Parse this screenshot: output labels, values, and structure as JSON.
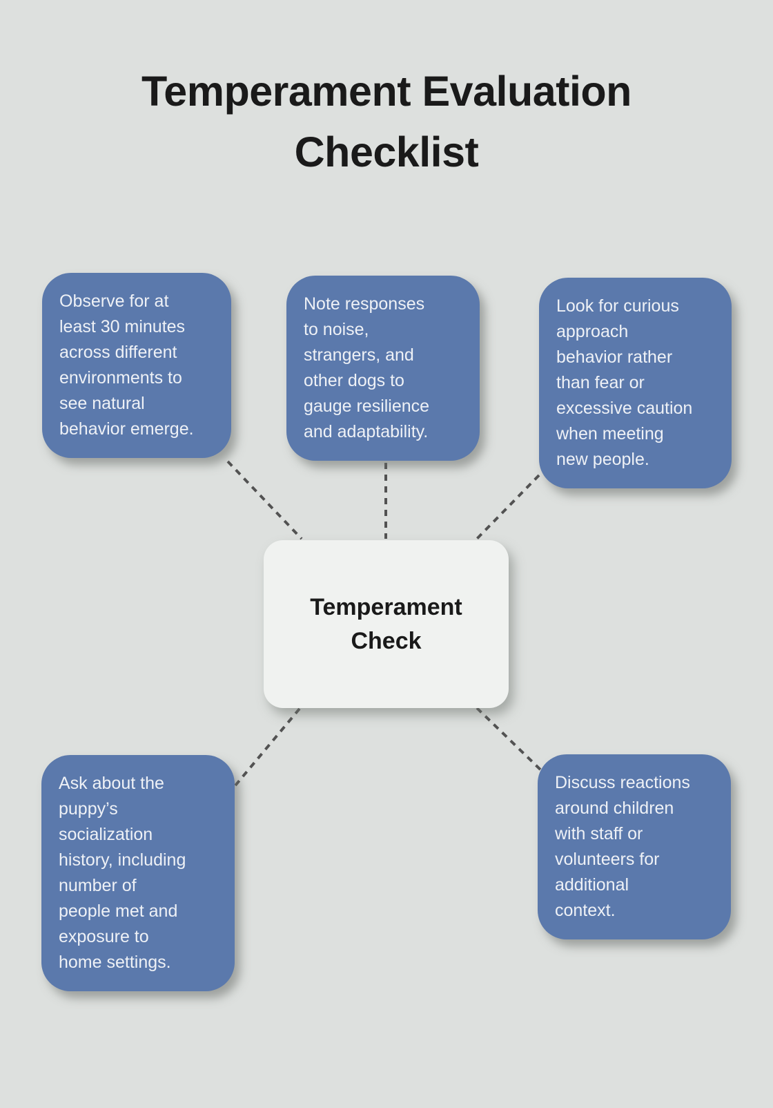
{
  "title": "Temperament Evaluation Checklist",
  "center_node": {
    "label": "Temperament Check"
  },
  "nodes": [
    {
      "name": "observe",
      "text": "Observe for at\nleast 30 minutes\nacross different\nenvironments to\nsee natural\nbehavior emerge."
    },
    {
      "name": "noise-responses",
      "text": "Note responses\nto noise,\nstrangers, and\nother dogs to\ngauge resilience\nand adaptability."
    },
    {
      "name": "curious-approach",
      "text": "Look for curious\napproach\nbehavior rather\nthan fear or\nexcessive caution\nwhen meeting\nnew people."
    },
    {
      "name": "socialization-history",
      "text": "Ask about the\npuppy’s\nsocialization\nhistory, including\nnumber of\npeople met and\nexposure to\nhome settings."
    },
    {
      "name": "children-reactions",
      "text": "Discuss reactions\naround children\nwith staff or\nvolunteers for\nadditional\ncontext."
    }
  ],
  "colors": {
    "background": "#dde0de",
    "node_fill": "#5b79ac",
    "node_text": "#eef1f6",
    "center_fill": "#f0f2f0",
    "center_text": "#1a1a1a",
    "title_text": "#1a1a1a",
    "connector": "#525252"
  }
}
